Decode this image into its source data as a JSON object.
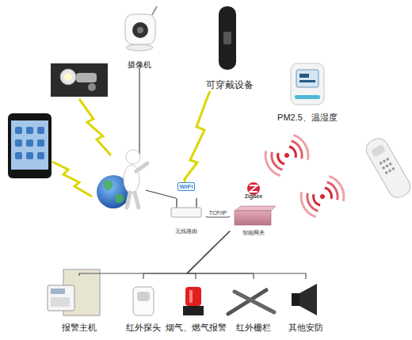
{
  "diagram": {
    "nodes": [
      {
        "text": [
          "摄像机"
        ]
      },
      {
        "text": [
          "可穿戴设备"
        ]
      },
      {
        "text": [
          "PM2.5、温湿度"
        ]
      },
      {
        "text": [
          "WiFi",
          "无线路由"
        ]
      },
      {
        "text": [
          "Zigbee",
          "智能网关"
        ]
      },
      {
        "text": [
          "报警主机"
        ]
      },
      {
        "text": [
          "红外探头"
        ]
      },
      {
        "text": [
          "烟气、燃气报警"
        ]
      },
      {
        "text": [
          "红外栅栏"
        ]
      },
      {
        "text": [
          "其他安防"
        ]
      }
    ],
    "edges": [
      {
        "from": 1,
        "to": 3,
        "arrow": "none"
      },
      {
        "from": 3,
        "to": 4,
        "label": "TCP/IP",
        "arrow": "none"
      },
      {
        "from": 4,
        "to": 5,
        "arrow": "none"
      },
      {
        "from": 4,
        "to": 6,
        "arrow": "none"
      },
      {
        "from": 4,
        "to": 7,
        "arrow": "none"
      },
      {
        "from": 4,
        "to": 8,
        "arrow": "none"
      },
      {
        "from": 4,
        "to": 9,
        "arrow": "none"
      }
    ]
  }
}
